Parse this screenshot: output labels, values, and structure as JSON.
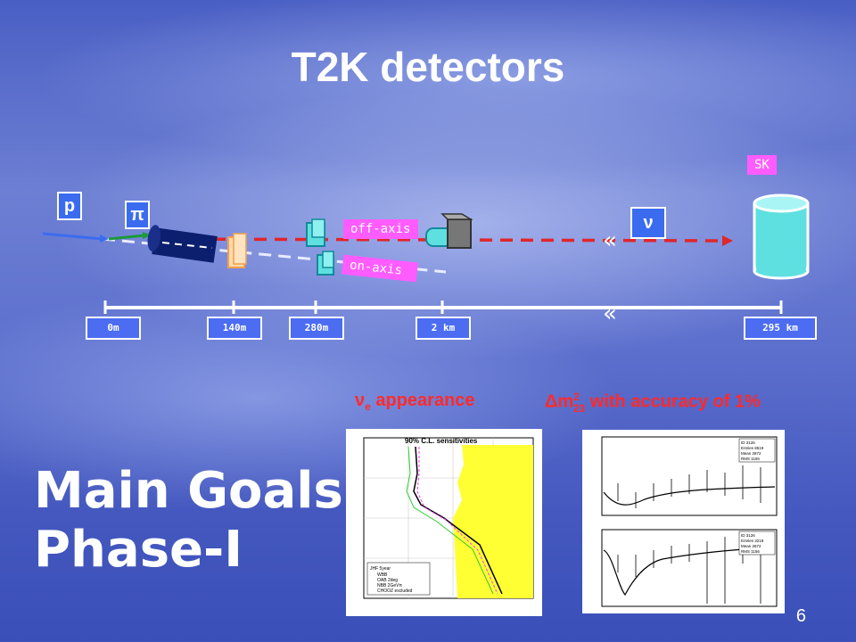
{
  "slide": {
    "title": "T2K detectors",
    "goals_line1": "Main Goals",
    "goals_line2": "Phase-I",
    "page_number": "6"
  },
  "beamline": {
    "proton_label": "p",
    "pion_label": "π",
    "neutrino_label": "ν",
    "sk_label": "SK",
    "off_axis_label": "off-axis",
    "on_axis_label": "on-axis",
    "distances": [
      "0m",
      "140m",
      "280m",
      "2 km",
      "295 km"
    ]
  },
  "goals": {
    "nue_label": "ν",
    "nue_sub": "e",
    "nue_text": " appearance",
    "dm_label": "Δm",
    "dm_sup": "2",
    "dm_sub": "23",
    "dm_text": " with accuracy of 1%"
  },
  "plot_left": {
    "title": "90% C.L. sensitivities",
    "legend": [
      "JHF 5year",
      "WBB",
      "OAB 2deg",
      "NBB 2GeVπ",
      "CHOOZ excluded"
    ]
  },
  "plot_right": {
    "top_box": [
      "ID 3126",
      "Entries 8519",
      "Mean 2872",
      "RMS 1156"
    ],
    "bottom_box": [
      "ID 3126",
      "Entries 3219",
      "Mean 2872",
      "RMS 1156"
    ]
  },
  "colors": {
    "accent_red": "#ff2a2a",
    "tag_pink": "#ff5cff",
    "box_blue": "#3b6cf0",
    "beam_red": "#e0262a"
  }
}
